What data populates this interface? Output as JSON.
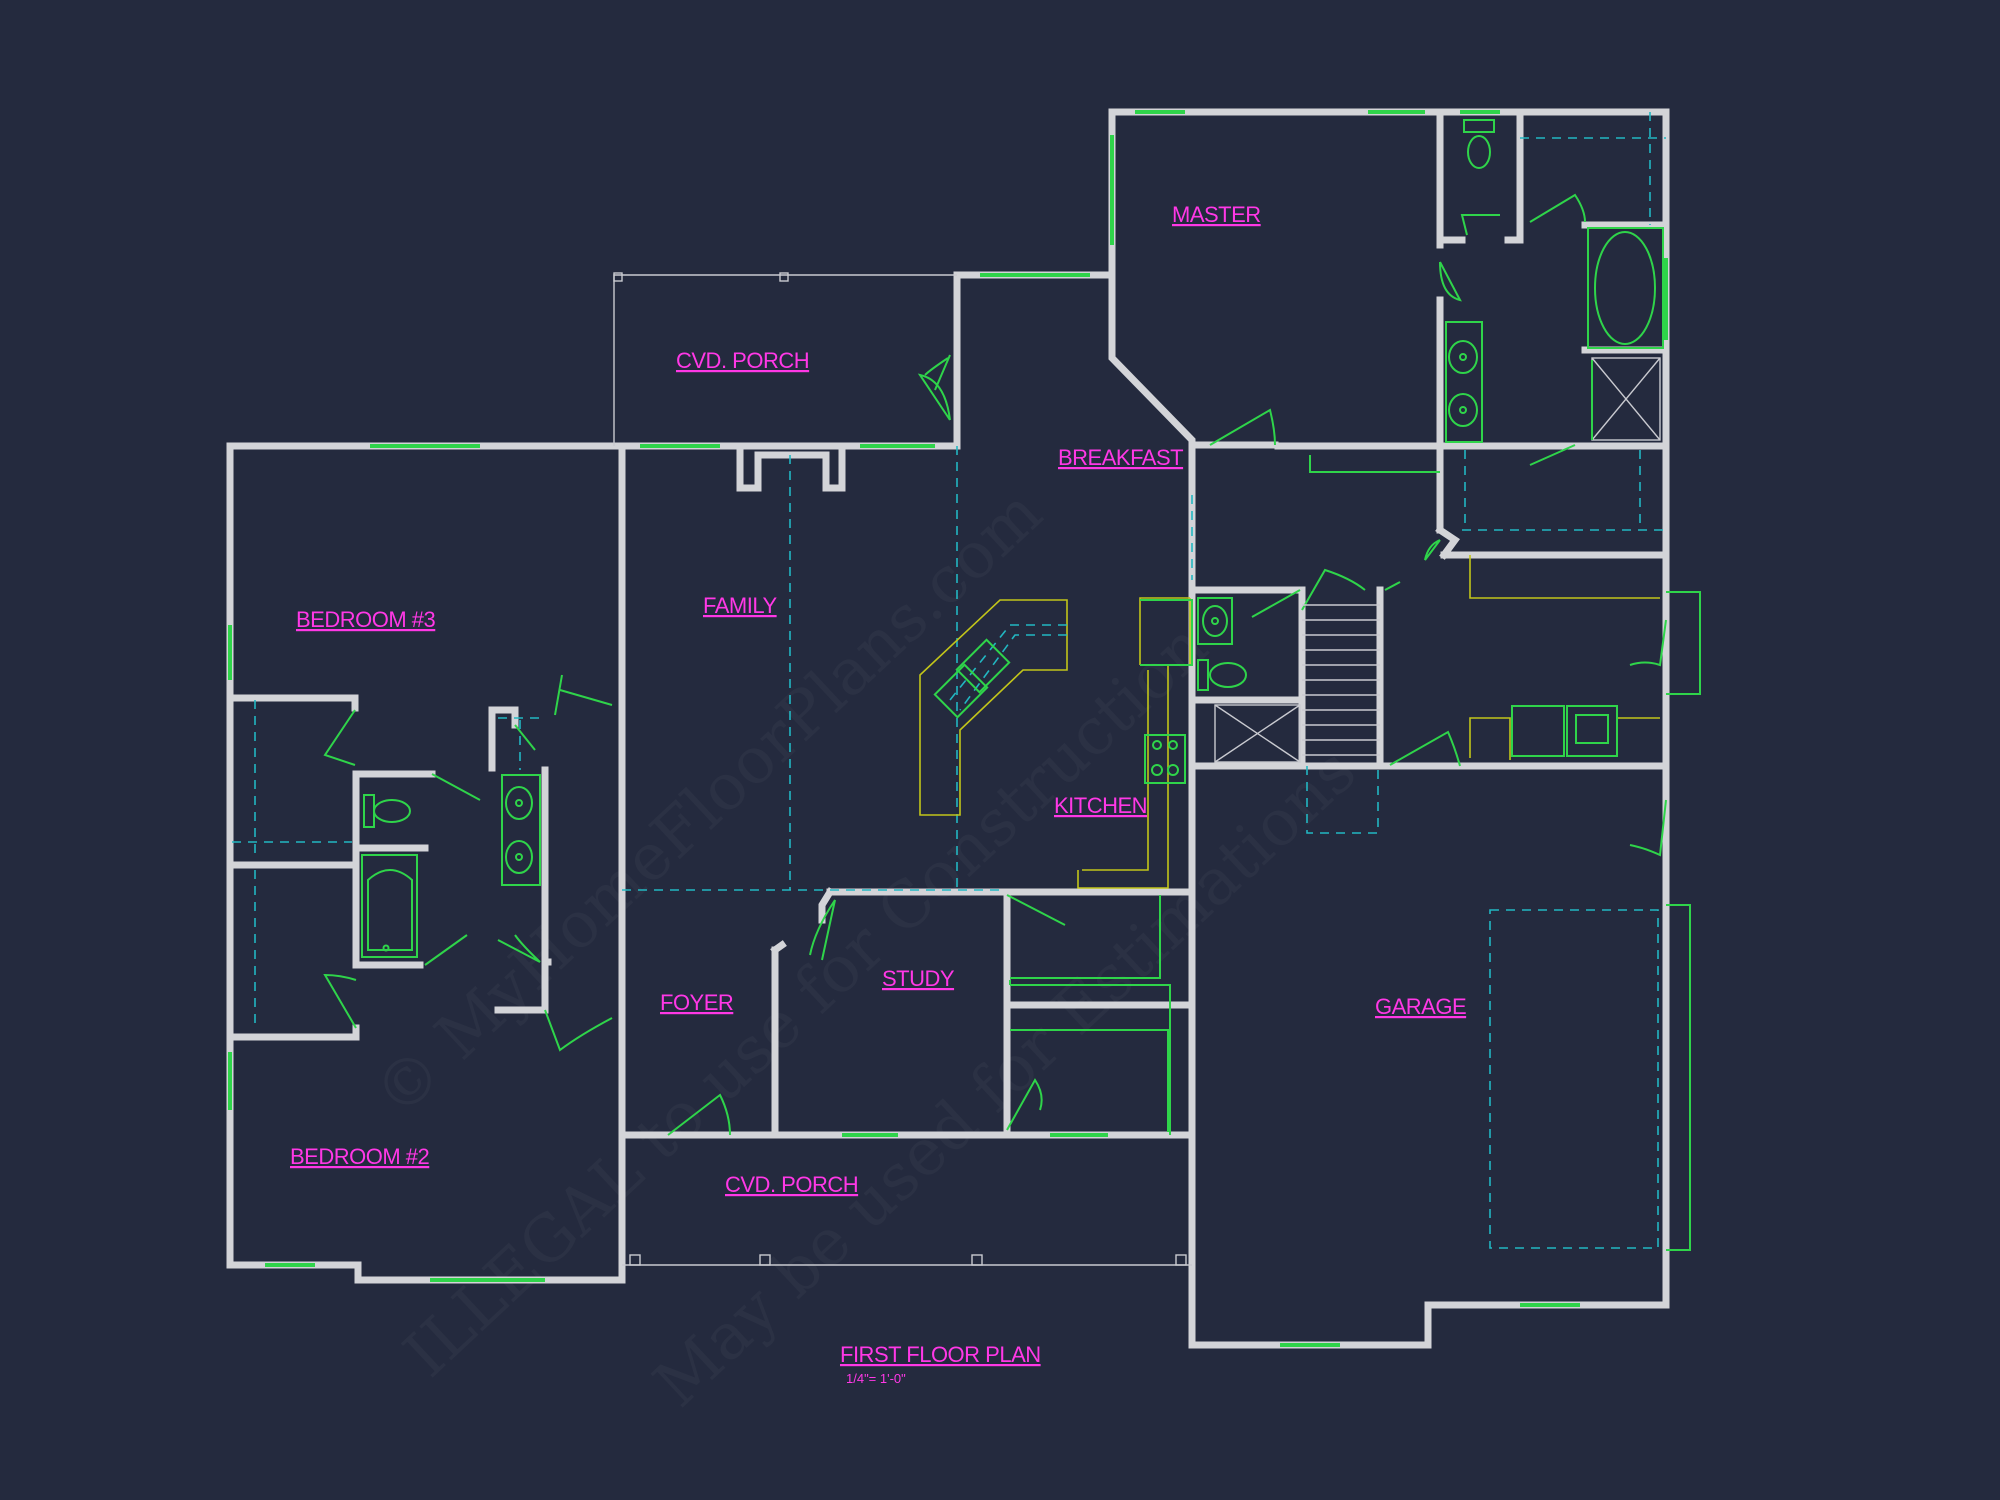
{
  "colors": {
    "background": "#242a3e",
    "wall": "#d3d4d8",
    "label": "#ff38e6",
    "fixture": "#2fd44a",
    "hidden_line": "#22b7c2",
    "counter": "#c2c51a"
  },
  "rooms": {
    "master": "MASTER",
    "cvd_porch_rear": "CVD. PORCH",
    "breakfast": "BREAKFAST",
    "family": "FAMILY",
    "bedroom3": "BEDROOM #3",
    "kitchen": "KITCHEN",
    "study": "STUDY",
    "foyer": "FOYER",
    "garage": "GARAGE",
    "bedroom2": "BEDROOM #2",
    "cvd_porch_front": "CVD. PORCH"
  },
  "title": {
    "name": "FIRST FLOOR PLAN",
    "scale": "1/4\"= 1'-0\""
  },
  "watermark": {
    "line1": "© MyHomeFloorPlans.com",
    "line2": "ILLEGAL to use for Construction",
    "line3": "May be used for Estimations"
  }
}
